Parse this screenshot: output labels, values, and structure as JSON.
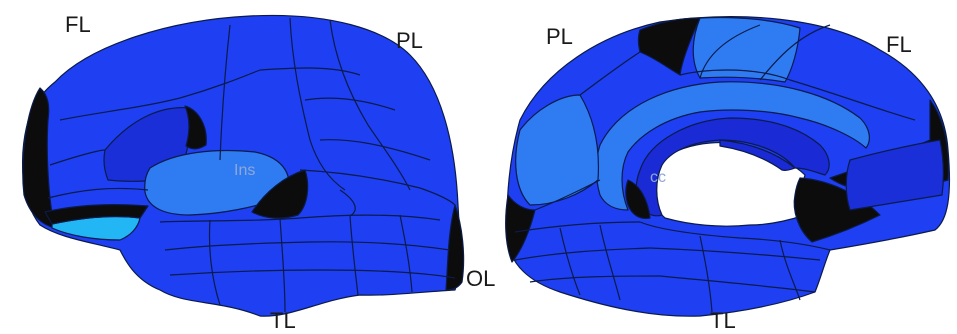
{
  "labels": {
    "left_fl": "FL",
    "left_pl": "PL",
    "left_ins": "Ins",
    "left_ol": "OL",
    "left_tl": "TL",
    "right_pl": "PL",
    "right_fl": "FL",
    "right_cc": "cc",
    "right_tl": "TL"
  },
  "colors": {
    "background": "#ffffff",
    "base_blue": "#1f3ff2",
    "dark_blue": "#1830d8",
    "mid_blue": "#2a52f0",
    "light_blue": "#2f7cf2",
    "cyan": "#23b6f5",
    "black": "#0c0c0c",
    "outline": "#0b1b4a",
    "label_text": "#1a1a1a",
    "inner_label_text": "#8fa7d8"
  }
}
